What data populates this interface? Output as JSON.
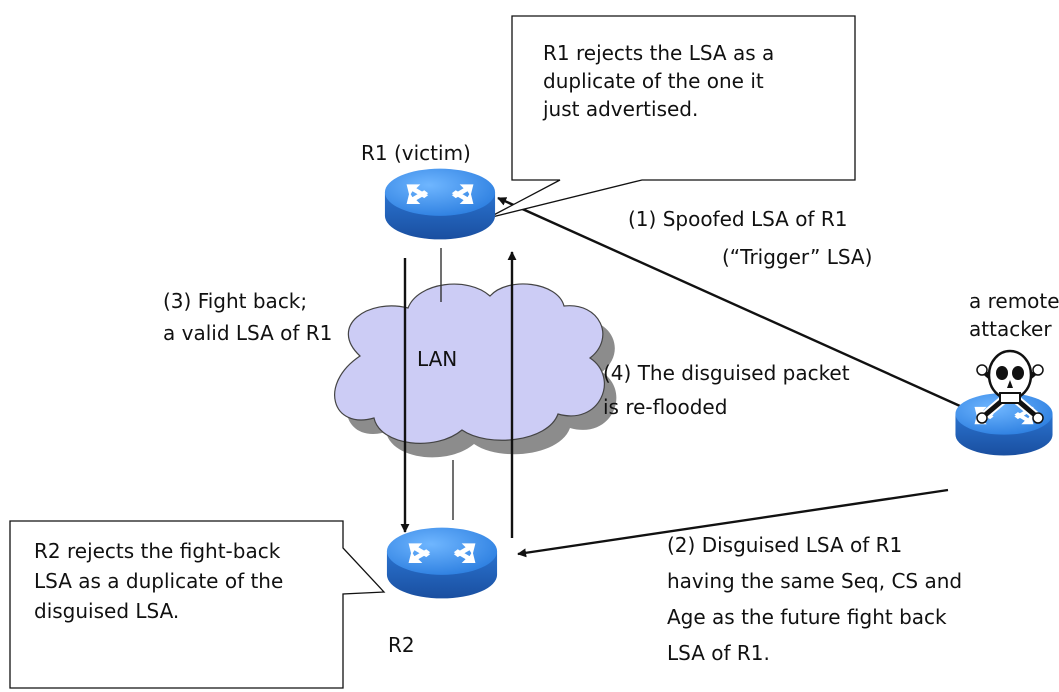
{
  "routers": {
    "r1": {
      "label": "R1 (victim)"
    },
    "r2": {
      "label": "R2"
    },
    "attacker": {
      "label_line1": "a remote",
      "label_line2": "attacker"
    }
  },
  "network": {
    "lan_label": "LAN"
  },
  "callouts": {
    "r1_note": {
      "lines": [
        "R1 rejects the LSA as a",
        "duplicate of the one it",
        "just advertised."
      ]
    },
    "r2_note": {
      "lines": [
        "R2 rejects the fight-back",
        "LSA as a duplicate of the",
        "disguised LSA."
      ]
    }
  },
  "steps": {
    "step1": {
      "line1": "(1) Spoofed LSA of R1",
      "line2": "(“Trigger” LSA)"
    },
    "step2": {
      "lines": [
        "(2) Disguised LSA of R1",
        "having the same Seq, CS and",
        "Age as the future fight back",
        "LSA of R1."
      ]
    },
    "step3": {
      "line1": "(3) Fight back;",
      "line2": "a valid LSA of R1"
    },
    "step4": {
      "line1": "(4) The disguised packet",
      "line2": "is re-flooded"
    }
  },
  "colors": {
    "router_top": "#3b8fe0",
    "router_side": "#1f5fb8",
    "cloud_fill": "#ccccf5",
    "cloud_shadow": "#8c8c8c",
    "line": "#111111"
  },
  "icons": {
    "router": "router-icon",
    "attacker": "skull-crossbones-icon"
  }
}
